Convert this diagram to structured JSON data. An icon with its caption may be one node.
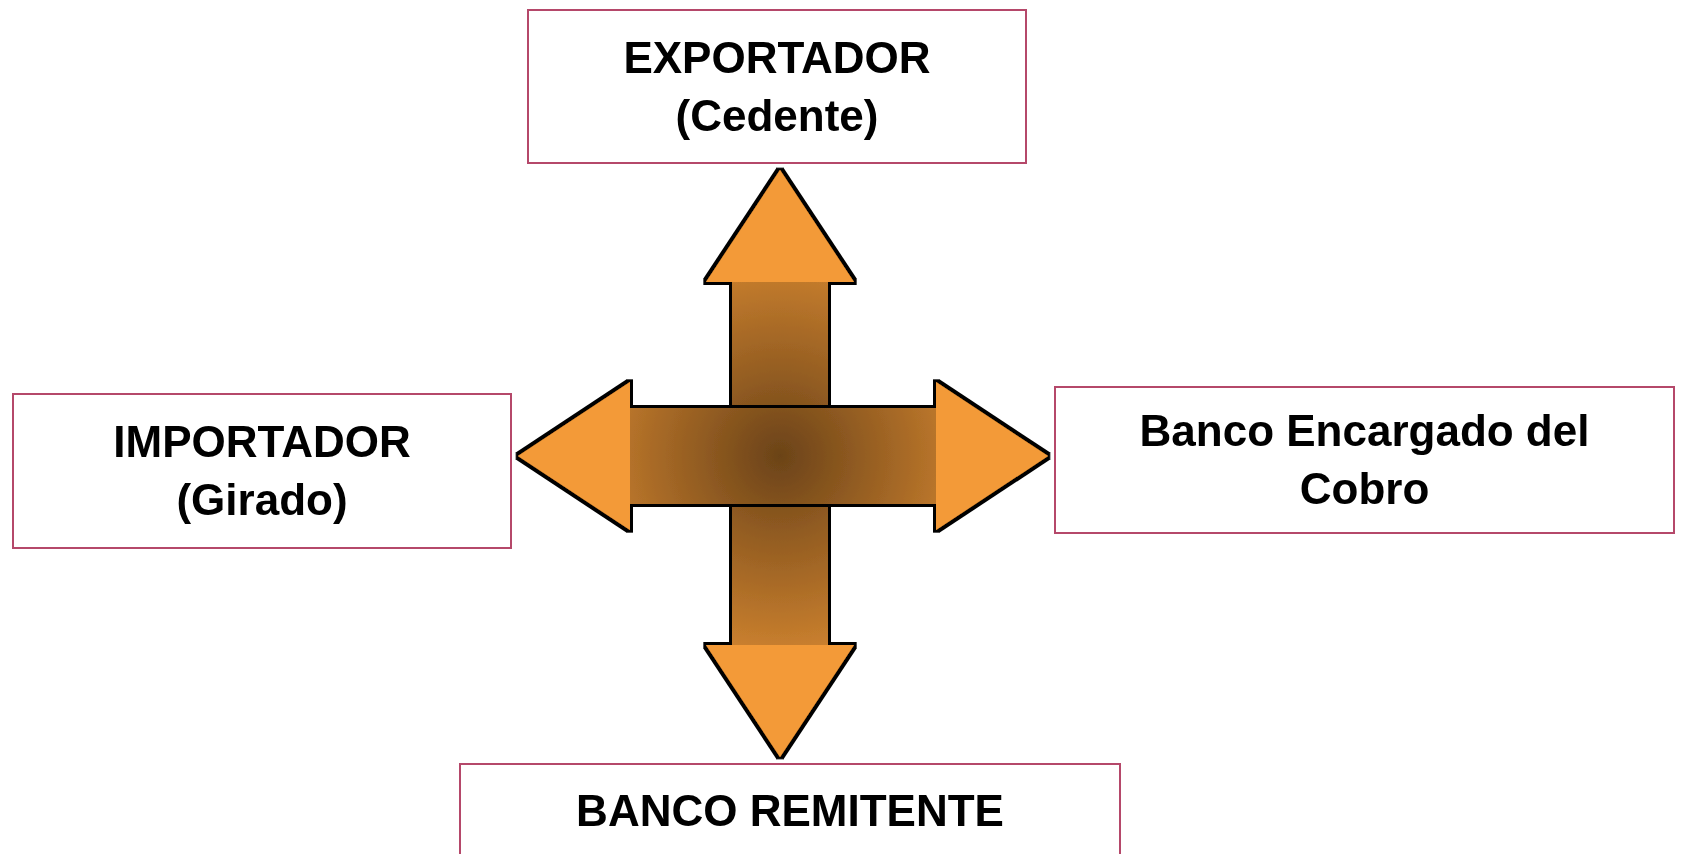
{
  "diagram": {
    "nodes": [
      {
        "text": [
          "EXPORTADOR (Cedente)"
        ]
      },
      {
        "text": [
          "IMPORTADOR (Girado)"
        ]
      },
      {
        "text": [
          "Banco Encargado del Cobro"
        ]
      },
      {
        "text": [
          "BANCO REMITENTE"
        ]
      }
    ],
    "edges": [
      {
        "from": 0,
        "to": 3,
        "arrow": "both",
        "style": "thick",
        "color": "#f39a38"
      },
      {
        "from": 1,
        "to": 2,
        "arrow": "both",
        "style": "thick",
        "color": "#f39a38"
      }
    ]
  }
}
